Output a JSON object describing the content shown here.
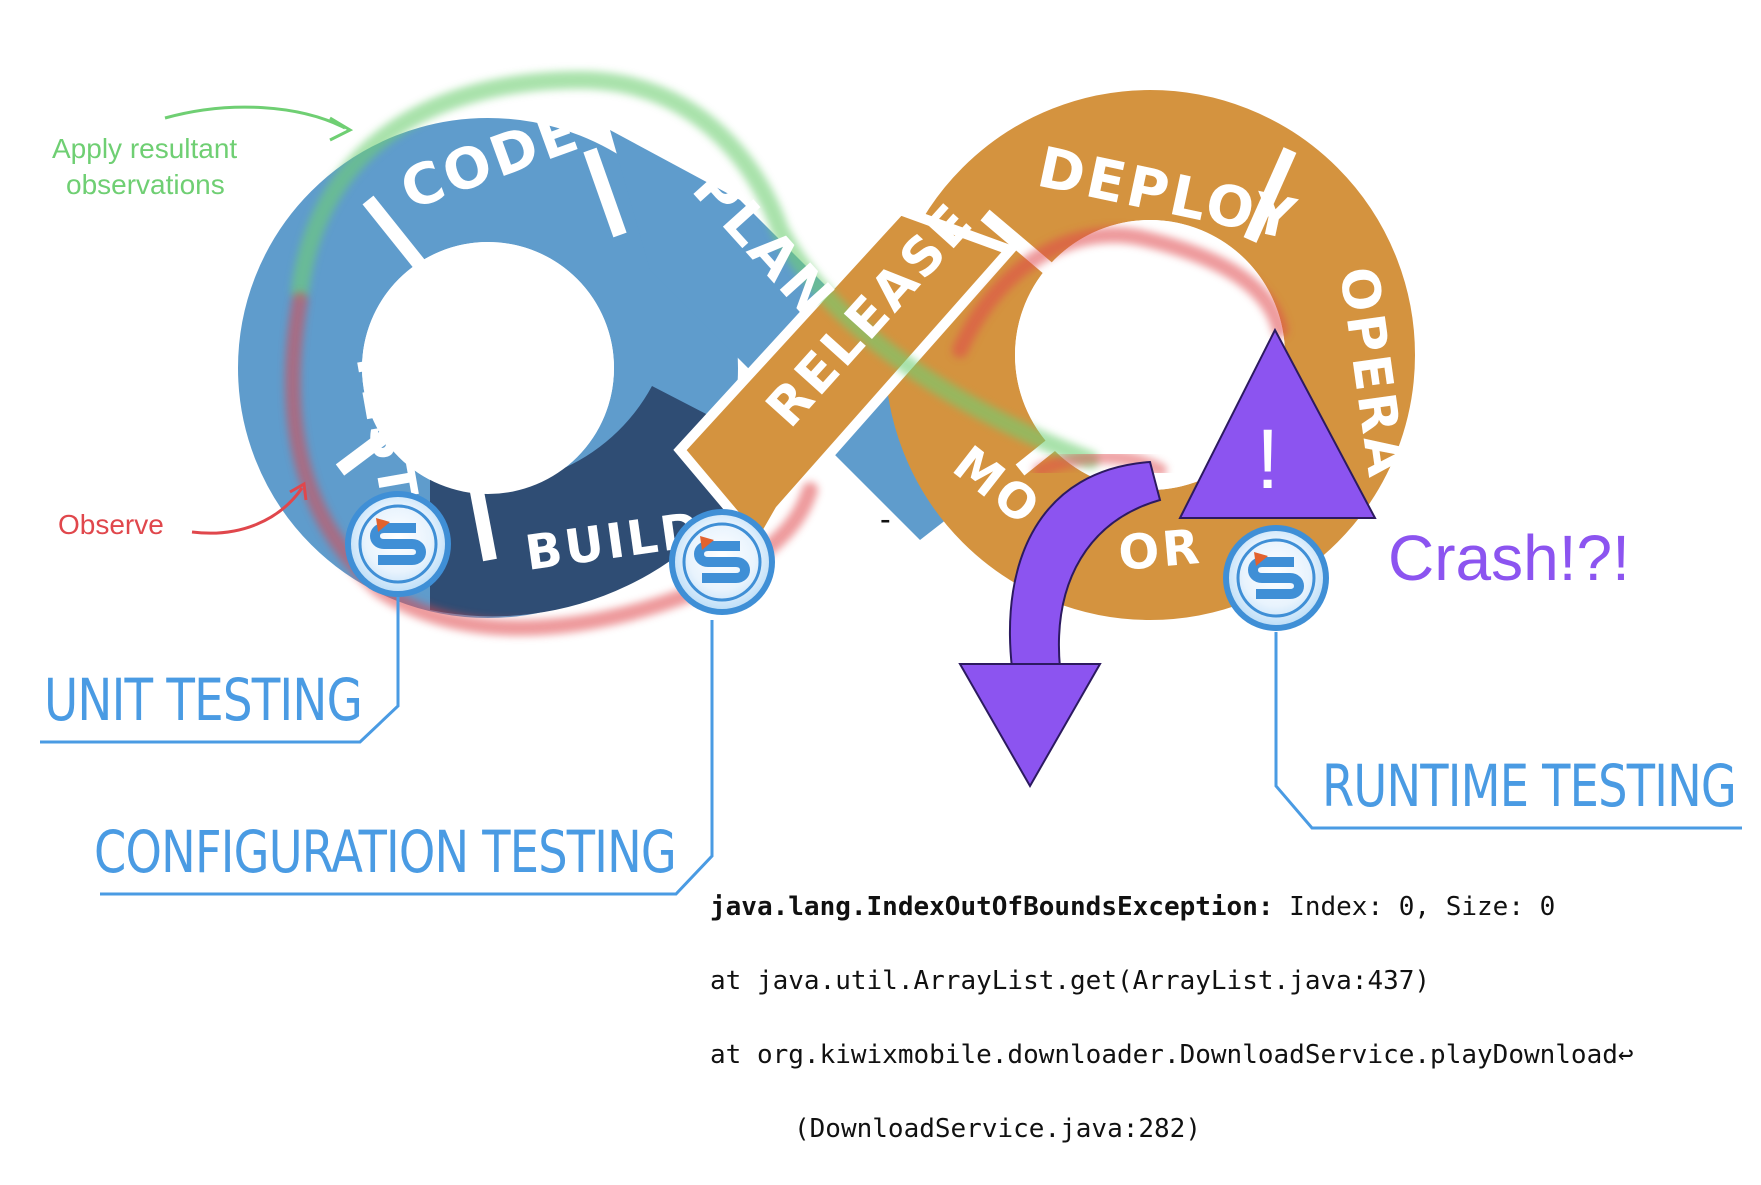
{
  "stages": {
    "code": "CODE",
    "plan": "PLAN",
    "test": "TEST",
    "build": "BUILD",
    "release": "RELEASE",
    "deploy": "DEPLOY",
    "operate": "OPERA",
    "monitor_left": "MO",
    "monitor_right": "OR"
  },
  "annotations": {
    "apply_line1": "Apply resultant",
    "apply_line2": "observations",
    "observe": "Observe",
    "crash": "Crash!?!",
    "warning": "!",
    "dash": "-"
  },
  "testing": {
    "unit": "UNIT TESTING",
    "configuration": "CONFIGURATION TESTING",
    "runtime": "RUNTIME TESTING"
  },
  "stacktrace": {
    "exception": "java.lang.IndexOutOfBoundsException:",
    "message": " Index: 0, Size: 0",
    "line2": "at java.util.ArrayList.get(ArrayList.java:437)",
    "line3": "at org.kiwixmobile.downloader.DownloadService.playDownload↩",
    "line4": "(DownloadService.java:282)"
  },
  "colors": {
    "dev_blue": "#5f9ccc",
    "build_navy": "#2f4d74",
    "ops_orange": "#d4933f",
    "highlight_green": "#6fcf73",
    "highlight_red": "#e0474c",
    "testing_blue": "#4a9be3",
    "crash_purple": "#8c54f0"
  },
  "icons": [
    "s-badge-icon",
    "warning-triangle-icon",
    "curved-arrow-icon"
  ]
}
